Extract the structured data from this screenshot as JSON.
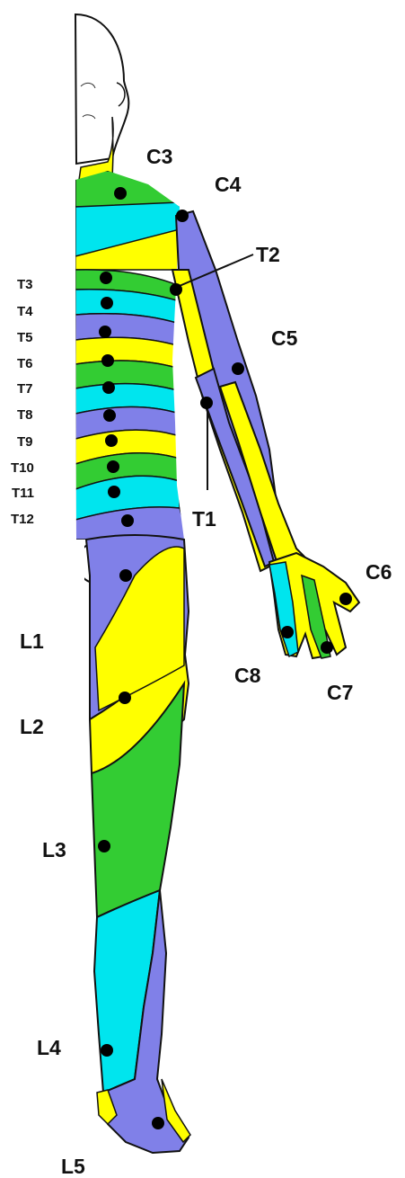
{
  "colors": {
    "yellow": "#ffff00",
    "green": "#33cc33",
    "cyan": "#00e5ee",
    "blue": "#8080e8",
    "skin": "#ffffff",
    "outline": "#111111",
    "dot": "#000000"
  },
  "labels": {
    "C3": "C3",
    "C4": "C4",
    "T2": "T2",
    "C5": "C5",
    "T1": "T1",
    "C6": "C6",
    "C8": "C8",
    "C7": "C7",
    "T3": "T3",
    "T4": "T4",
    "T5": "T5",
    "T6": "T6",
    "T7": "T7",
    "T8": "T8",
    "T9": "T9",
    "T10": "T10",
    "T11": "T11",
    "T12": "T12",
    "L1": "L1",
    "L2": "L2",
    "L3": "L3",
    "L4": "L4",
    "L5": "L5"
  }
}
